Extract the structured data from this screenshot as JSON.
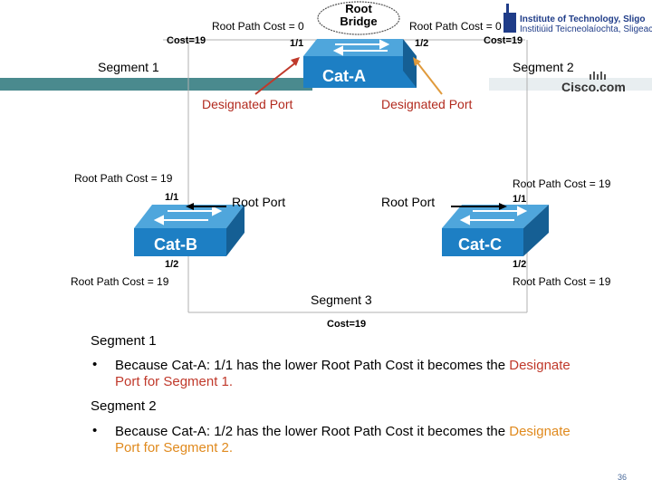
{
  "top": {
    "root_bridge": [
      "Root",
      "Bridge"
    ],
    "root_path_cost_left": "Root Path Cost = 0",
    "root_path_cost_right": "Root Path Cost = 0",
    "cost_left": "Cost=19",
    "cost_right": "Cost=19",
    "port_11": "1/1",
    "port_12": "1/2",
    "segment1": "Segment 1",
    "segment2": "Segment 2",
    "cat_a": "Cat-A",
    "designated_left": "Designated Port",
    "designated_right": "Designated Port"
  },
  "logo": {
    "line1": "Institute of Technology, Sligo",
    "line2": "Institiúid Teicneolaíochta, Sligeach",
    "cisco": "Cisco.com"
  },
  "middle": {
    "rpc_b_top": "Root Path Cost = 19",
    "rpc_c_top": "Root Path Cost = 19",
    "b_port11": "1/1",
    "c_port11": "1/1",
    "root_port_left": "Root Port",
    "root_port_right": "Root Port",
    "cat_b": "Cat-B",
    "cat_c": "Cat-C",
    "b_port12": "1/2",
    "c_port12": "1/2",
    "rpc_b_bottom": "Root Path Cost = 19",
    "rpc_c_bottom": "Root Path Cost = 19",
    "segment3": "Segment 3",
    "cost_bottom": "Cost=19"
  },
  "notes": {
    "seg1_heading": "Segment 1",
    "seg1_text_a": "Because Cat-A: 1/1 has the lower Root Path Cost it becomes the ",
    "seg1_highlight": "Designate",
    "seg1_text_b": "Port for Segment 1.",
    "seg2_heading": "Segment 2",
    "seg2_text_a": "Because Cat-A: 1/2 has the lower Root Path Cost it becomes the ",
    "seg2_highlight": "Designate",
    "seg2_text_b": "Port for Segment 2.",
    "bullet": "•"
  },
  "page_number": "36",
  "colors": {
    "switch_blue": "#1d7fc4",
    "switch_light": "#4fa6dc",
    "banner_teal": "#4a8a8e",
    "arrow_red": "#c0392b",
    "arrow_orange": "#e09a3c"
  }
}
